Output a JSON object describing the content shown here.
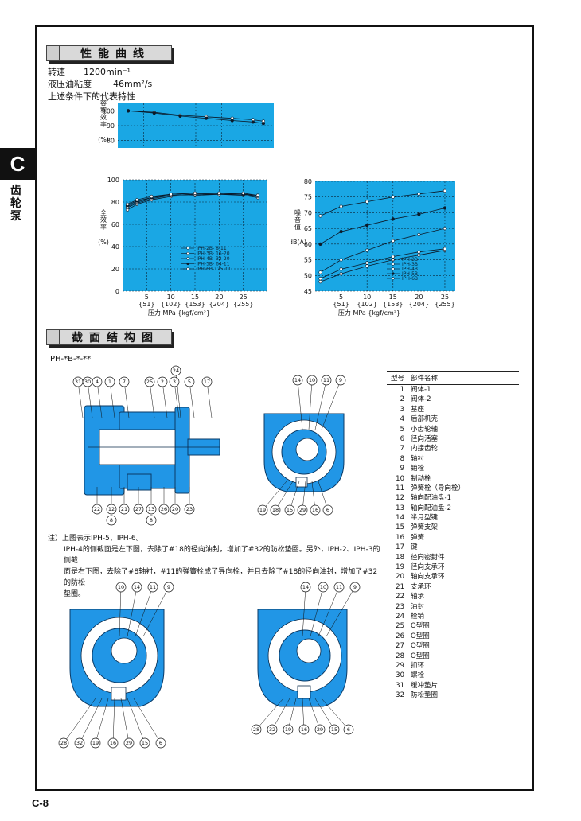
{
  "side_tab": {
    "letter": "C",
    "label": "齿轮泵"
  },
  "page_number": "C-8",
  "sections": {
    "performance_title": "性能曲线",
    "cross_section_title": "截面结构图"
  },
  "conditions": {
    "speed_label": "转速",
    "speed_value": "1200min⁻¹",
    "viscosity_label": "液压油粘度",
    "viscosity_value": "46mm²/s",
    "caption": "上述条件下的代表特性"
  },
  "colors": {
    "plot_bg": "#1aa7e4",
    "pump_blue": "#2196e6"
  },
  "chart_data": [
    {
      "type": "line",
      "title": "",
      "ylabel_chars": [
        "容",
        "积",
        "效",
        "率"
      ],
      "yunit": "(%)",
      "ylim": [
        75,
        105
      ],
      "yticks": [
        100,
        90,
        80
      ],
      "xlim": [
        0,
        30
      ],
      "series": [
        {
          "marker": "open-circle",
          "x": [
            2,
            7,
            12,
            17,
            22,
            26,
            28
          ],
          "values": [
            100,
            99,
            97,
            96,
            95,
            94,
            93
          ]
        },
        {
          "marker": "filled-circle",
          "x": [
            2,
            7,
            12,
            17,
            22,
            26,
            28
          ],
          "values": [
            100,
            98.5,
            96.5,
            95,
            93.5,
            92.5,
            91.5
          ]
        }
      ]
    },
    {
      "type": "line",
      "ylabel_chars": [
        "全",
        "效",
        "率"
      ],
      "yunit": "(%)",
      "ylim": [
        0,
        100
      ],
      "yticks": [
        0,
        20,
        40,
        60,
        80,
        100
      ],
      "xlim": [
        0,
        30
      ],
      "xticks": [
        5,
        10,
        15,
        20,
        25
      ],
      "xtick_sub": [
        "{51}",
        "{102}",
        "{153}",
        "{204}",
        "{255}"
      ],
      "xlabel": "压力 MPa {kgf/cm²}",
      "legend": [
        "IPH-2B- 8-11",
        "IPH-3B- 16-20",
        "IPH-4B- 32-20",
        "IPH-5B- 64-11",
        "IPH-6B-125-11"
      ],
      "series": [
        {
          "name": "IPH-2B- 8-11",
          "marker": "open-circle",
          "x": [
            1,
            3,
            6,
            10,
            15,
            20,
            25,
            28
          ],
          "values": [
            73,
            78,
            82,
            85,
            86,
            87,
            86,
            84
          ]
        },
        {
          "name": "IPH-3B- 16-20",
          "marker": "open-circle",
          "x": [
            1,
            3,
            6,
            10,
            15,
            20,
            25,
            28
          ],
          "values": [
            75,
            79,
            83,
            86,
            87,
            87,
            87,
            85
          ]
        },
        {
          "name": "IPH-4B- 32-20",
          "marker": "open-circle",
          "x": [
            1,
            3,
            6,
            10,
            15,
            20,
            25,
            28
          ],
          "values": [
            76,
            80,
            84,
            86,
            87,
            88,
            87,
            86
          ]
        },
        {
          "name": "IPH-5B- 64-11",
          "marker": "filled-circle",
          "x": [
            1,
            3,
            6,
            10,
            15,
            20,
            25,
            28
          ],
          "values": [
            77,
            81,
            84,
            87,
            88,
            88,
            87,
            86
          ]
        },
        {
          "name": "IPH-6B-125-11",
          "marker": "open-circle",
          "x": [
            1,
            3,
            6,
            10,
            15,
            20,
            25,
            28
          ],
          "values": [
            78,
            82,
            85,
            87,
            88,
            88,
            88,
            86
          ]
        }
      ]
    },
    {
      "type": "line",
      "ylabel_chars": [
        "噪",
        "音",
        "值"
      ],
      "yunit": "dB(A)",
      "ylim": [
        45,
        80
      ],
      "yticks": [
        45,
        50,
        55,
        60,
        65,
        70,
        75,
        80
      ],
      "xlim": [
        0,
        27
      ],
      "xticks": [
        5,
        10,
        15,
        20,
        25
      ],
      "xtick_sub": [
        "{51}",
        "{102}",
        "{153}",
        "{204}",
        "{255}"
      ],
      "xlabel": "压力 MPa {kgf/cm²}",
      "legend": [
        "IPH-2B",
        "IPH-3B",
        "IPH-4B",
        "IPH-5B",
        "IPH-6B"
      ],
      "series": [
        {
          "name": "IPH-2B",
          "marker": "open-circle",
          "x": [
            1,
            5,
            10,
            15,
            20,
            25
          ],
          "values": [
            48,
            50.5,
            53,
            55,
            56.5,
            58
          ]
        },
        {
          "name": "IPH-3B",
          "marker": "open-circle",
          "x": [
            1,
            5,
            10,
            15,
            20,
            25
          ],
          "values": [
            49,
            52,
            54,
            56,
            57.5,
            58.5
          ]
        },
        {
          "name": "IPH-4B",
          "marker": "open-circle",
          "x": [
            1,
            5,
            10,
            15,
            20,
            25
          ],
          "values": [
            51,
            55,
            58,
            61,
            63,
            65
          ]
        },
        {
          "name": "IPH-5B",
          "marker": "filled-circle",
          "x": [
            1,
            5,
            10,
            15,
            20,
            25
          ],
          "values": [
            60,
            64,
            66,
            68,
            69.5,
            71.5
          ]
        },
        {
          "name": "IPH-6B",
          "marker": "open-circle",
          "x": [
            1,
            5,
            10,
            15,
            20,
            25
          ],
          "values": [
            69,
            72,
            73.5,
            75,
            76,
            77
          ]
        }
      ]
    }
  ],
  "cross_section": {
    "model_code": "IPH-*B-*-**",
    "side_top_callouts": [
      "31",
      "30",
      "4",
      "1",
      "7",
      "25",
      "2",
      "3",
      "24",
      "5",
      "17"
    ],
    "side_bottom_callouts": [
      "22",
      "12",
      "21",
      "27",
      "13",
      "26",
      "20",
      "23"
    ],
    "side_sub_callouts": [
      "8",
      "8"
    ],
    "front_top_callouts": [
      "14",
      "10",
      "11",
      "9"
    ],
    "front_bottom_callouts": [
      "19",
      "18",
      "15",
      "29",
      "16",
      "6"
    ],
    "bl_top_callouts": [
      "10",
      "14",
      "11",
      "9"
    ],
    "bl_bottom_callouts": [
      "28",
      "32",
      "19",
      "16",
      "29",
      "15",
      "6"
    ],
    "br_top_callouts": [
      "14",
      "10",
      "11",
      "9"
    ],
    "br_bottom_callouts": [
      "28",
      "32",
      "19",
      "16",
      "29",
      "15",
      "6"
    ]
  },
  "notes": {
    "line1": "注）上图表示IPH-5、IPH-6。",
    "line2": "IPH-4的侧截面是左下图，去除了#18的径向油封，增加了#32的防松垫圈。另外，IPH-2、IPH-3的侧截",
    "line3": "面是右下图，去除了#8轴衬，#11的弹簧栓成了导向栓，并且去除了#18的径向油封，增加了#32的防松",
    "line4": "垫圈。"
  },
  "parts_table": {
    "header_no": "型号",
    "header_name": "部件名称",
    "rows": [
      {
        "no": "1",
        "name": "阀体-1"
      },
      {
        "no": "2",
        "name": "阀体-2"
      },
      {
        "no": "3",
        "name": "基座"
      },
      {
        "no": "4",
        "name": "后部机壳"
      },
      {
        "no": "5",
        "name": "小齿轮轴"
      },
      {
        "no": "6",
        "name": "径向活塞"
      },
      {
        "no": "7",
        "name": "内接齿轮"
      },
      {
        "no": "8",
        "name": "轴衬"
      },
      {
        "no": "9",
        "name": "销栓"
      },
      {
        "no": "10",
        "name": "制动栓"
      },
      {
        "no": "11",
        "name": "弹簧栓（导向栓）"
      },
      {
        "no": "12",
        "name": "轴向配油盘-1"
      },
      {
        "no": "13",
        "name": "轴向配油盘-2"
      },
      {
        "no": "14",
        "name": "半月型键"
      },
      {
        "no": "15",
        "name": "弹簧支架"
      },
      {
        "no": "16",
        "name": "弹簧"
      },
      {
        "no": "17",
        "name": "键"
      },
      {
        "no": "18",
        "name": "径向密封件"
      },
      {
        "no": "19",
        "name": "径向支承环"
      },
      {
        "no": "20",
        "name": "轴向支承环"
      },
      {
        "no": "21",
        "name": "支承环"
      },
      {
        "no": "22",
        "name": "轴承"
      },
      {
        "no": "23",
        "name": "油封"
      },
      {
        "no": "24",
        "name": "栓销"
      },
      {
        "no": "25",
        "name": "O型圈"
      },
      {
        "no": "26",
        "name": "O型圈"
      },
      {
        "no": "27",
        "name": "O型圈"
      },
      {
        "no": "28",
        "name": "O型圈"
      },
      {
        "no": "29",
        "name": "扣环"
      },
      {
        "no": "30",
        "name": "螺栓"
      },
      {
        "no": "31",
        "name": "缓冲垫片"
      },
      {
        "no": "32",
        "name": "防松垫圈"
      }
    ]
  }
}
